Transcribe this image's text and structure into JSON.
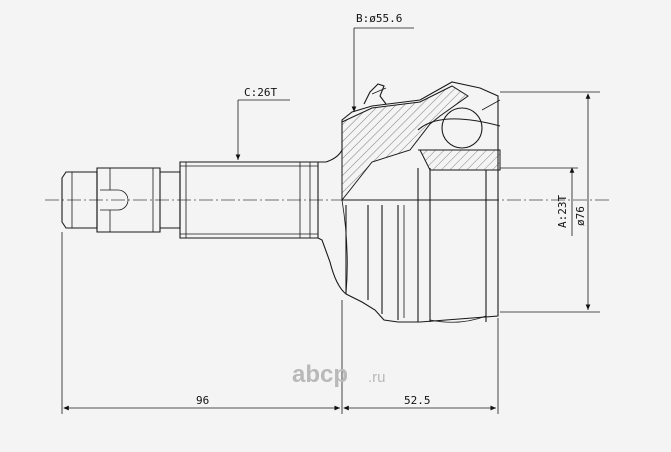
{
  "labels": {
    "b_spec": "B:ø55.6",
    "c_spec": "C:26T",
    "a_spec": "A:23T",
    "outer_dia": "ø76",
    "dim_left": "96",
    "dim_right": "52.5"
  },
  "watermark": {
    "brand": "abcp",
    "domain": ".ru"
  }
}
